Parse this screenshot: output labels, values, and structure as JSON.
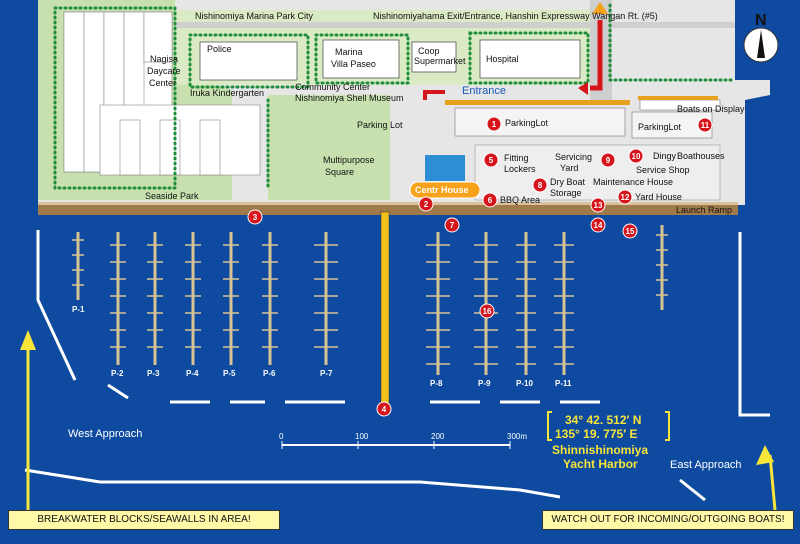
{
  "labels": {
    "marina_city": "Nishinomiya Marina Park City",
    "exit_entrance": "Nishinomiyahama Exit/Entrance, Hanshin Expressway Wangan Rt. (#5)",
    "nagisa": "Nagisa",
    "daycare": "Daycare",
    "center": "Center",
    "police": "Police",
    "marina_villa_1": "Marina",
    "marina_villa_2": "Villa Paseo",
    "coop_1": "Coop",
    "coop_2": "Supermarket",
    "hospital": "Hospital",
    "iruka": "Iruka Kindergarten",
    "community": "Community Center",
    "shell_museum": "Nishinomiya Shell Museum",
    "entrance": "Entrance",
    "parking_lot_left": "Parking Lot",
    "parking_lot_mid": "ParkingLot",
    "parking_lot_right": "ParkingLot",
    "boats_display": "Boats on Display",
    "multipurpose_1": "Multipurpose",
    "multipurpose_2": "Square",
    "fitting_1": "Fitting",
    "fitting_2": "Lockers",
    "servicing_1": "Servicing",
    "servicing_2": "Yard",
    "dingy": "Dingy",
    "boathouses": "Boathouses",
    "service_shop": "Service Shop",
    "maintenance_house": "Maintenance House",
    "dry_boat_1": "Dry Boat",
    "dry_boat_2": "Storage",
    "centr_house": "Centr House",
    "bbq_area": "BBQ Area",
    "yard_house": "Yard House",
    "launch_ramp": "Launch Ramp",
    "seaside_park": "Seaside Park",
    "west_approach": "West Approach",
    "east_approach": "East Approach",
    "lat": "34° 42. 512′ N",
    "lon": "135° 19. 775′ E",
    "harbor_1": "Shinnishinomiya",
    "harbor_2": "Yacht Harbor",
    "north": "N",
    "warning_left": "BREAKWATER BLOCKS/SEAWALLS IN AREA!",
    "warning_right": "WATCH OUT FOR INCOMING/OUTGOING BOATS!"
  },
  "scale": {
    "ticks": [
      {
        "value": 0,
        "label": "0"
      },
      {
        "value": 100,
        "label": "100"
      },
      {
        "value": 200,
        "label": "200"
      },
      {
        "value": 300,
        "label": "300m"
      }
    ]
  },
  "piers": [
    {
      "label": "P-1"
    },
    {
      "label": "P-2"
    },
    {
      "label": "P-3"
    },
    {
      "label": "P-4"
    },
    {
      "label": "P-5"
    },
    {
      "label": "P-6"
    },
    {
      "label": "P-7"
    },
    {
      "label": "P-8"
    },
    {
      "label": "P-9"
    },
    {
      "label": "P-10"
    },
    {
      "label": "P-11"
    }
  ],
  "markers": [
    "1",
    "2",
    "3",
    "4",
    "5",
    "6",
    "7",
    "8",
    "9",
    "10",
    "11",
    "12",
    "13",
    "14",
    "15",
    "16"
  ],
  "colors": {
    "water": "#0d4aa0",
    "land": "#e8e8e8",
    "park": "#c9e1b0",
    "marker": "#d5141b",
    "yellow_pier": "#f2c21b",
    "centr_house": "#f7a21b",
    "warning_box": "#fff9a8"
  }
}
